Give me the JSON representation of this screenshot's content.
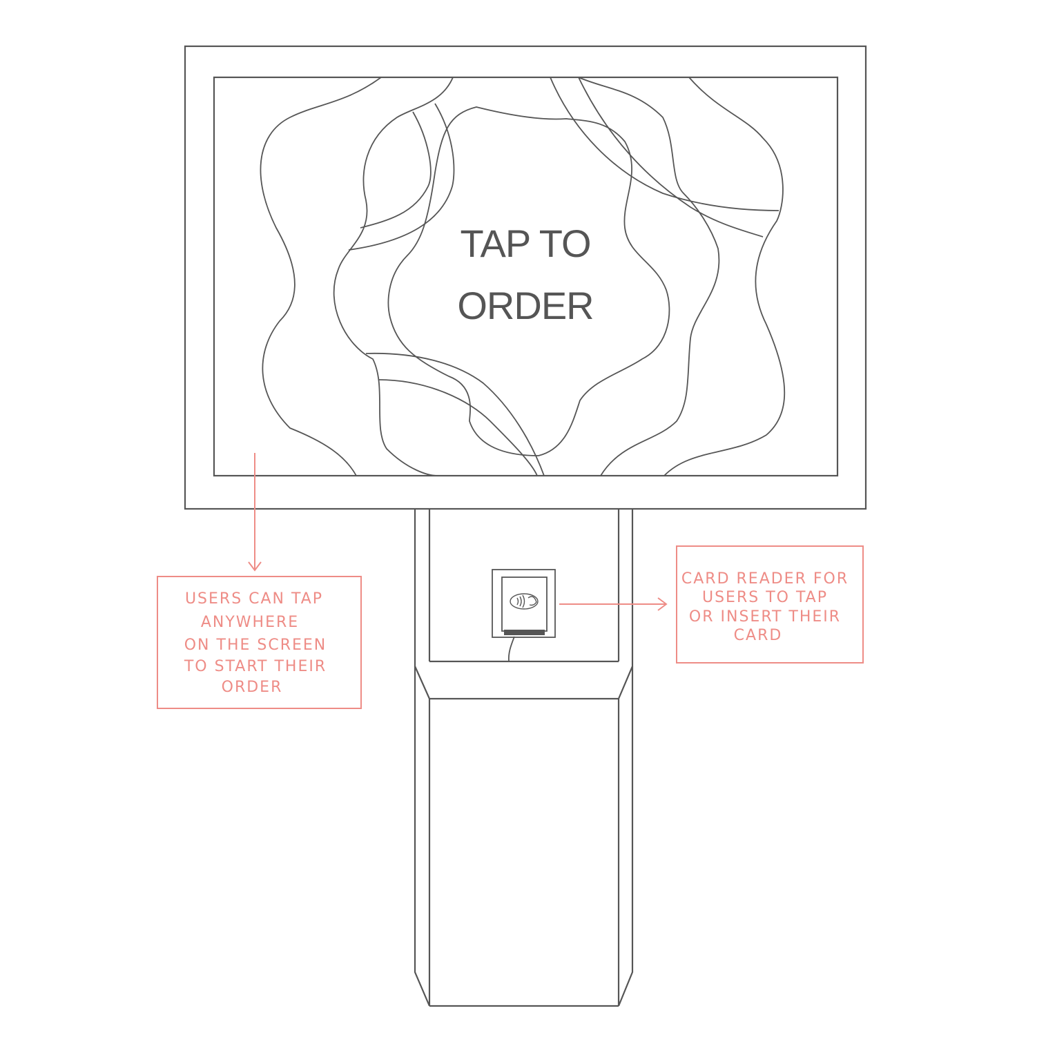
{
  "screen": {
    "lines": [
      "TAP TO",
      "ORDER"
    ]
  },
  "annotations": {
    "screen_note": {
      "lines": [
        "USERS CAN TAP",
        "ANYWHERE",
        "ON THE SCREEN",
        "TO START THEIR",
        "ORDER"
      ]
    },
    "reader_note": {
      "lines": [
        "CARD READER FOR",
        "USERS TO TAP",
        "OR INSERT THEIR",
        "CARD"
      ]
    }
  },
  "colors": {
    "outline": "#555555",
    "annotation": "#ee8c86"
  },
  "icons": {
    "card_reader_symbol": "contactless-payment-icon"
  }
}
